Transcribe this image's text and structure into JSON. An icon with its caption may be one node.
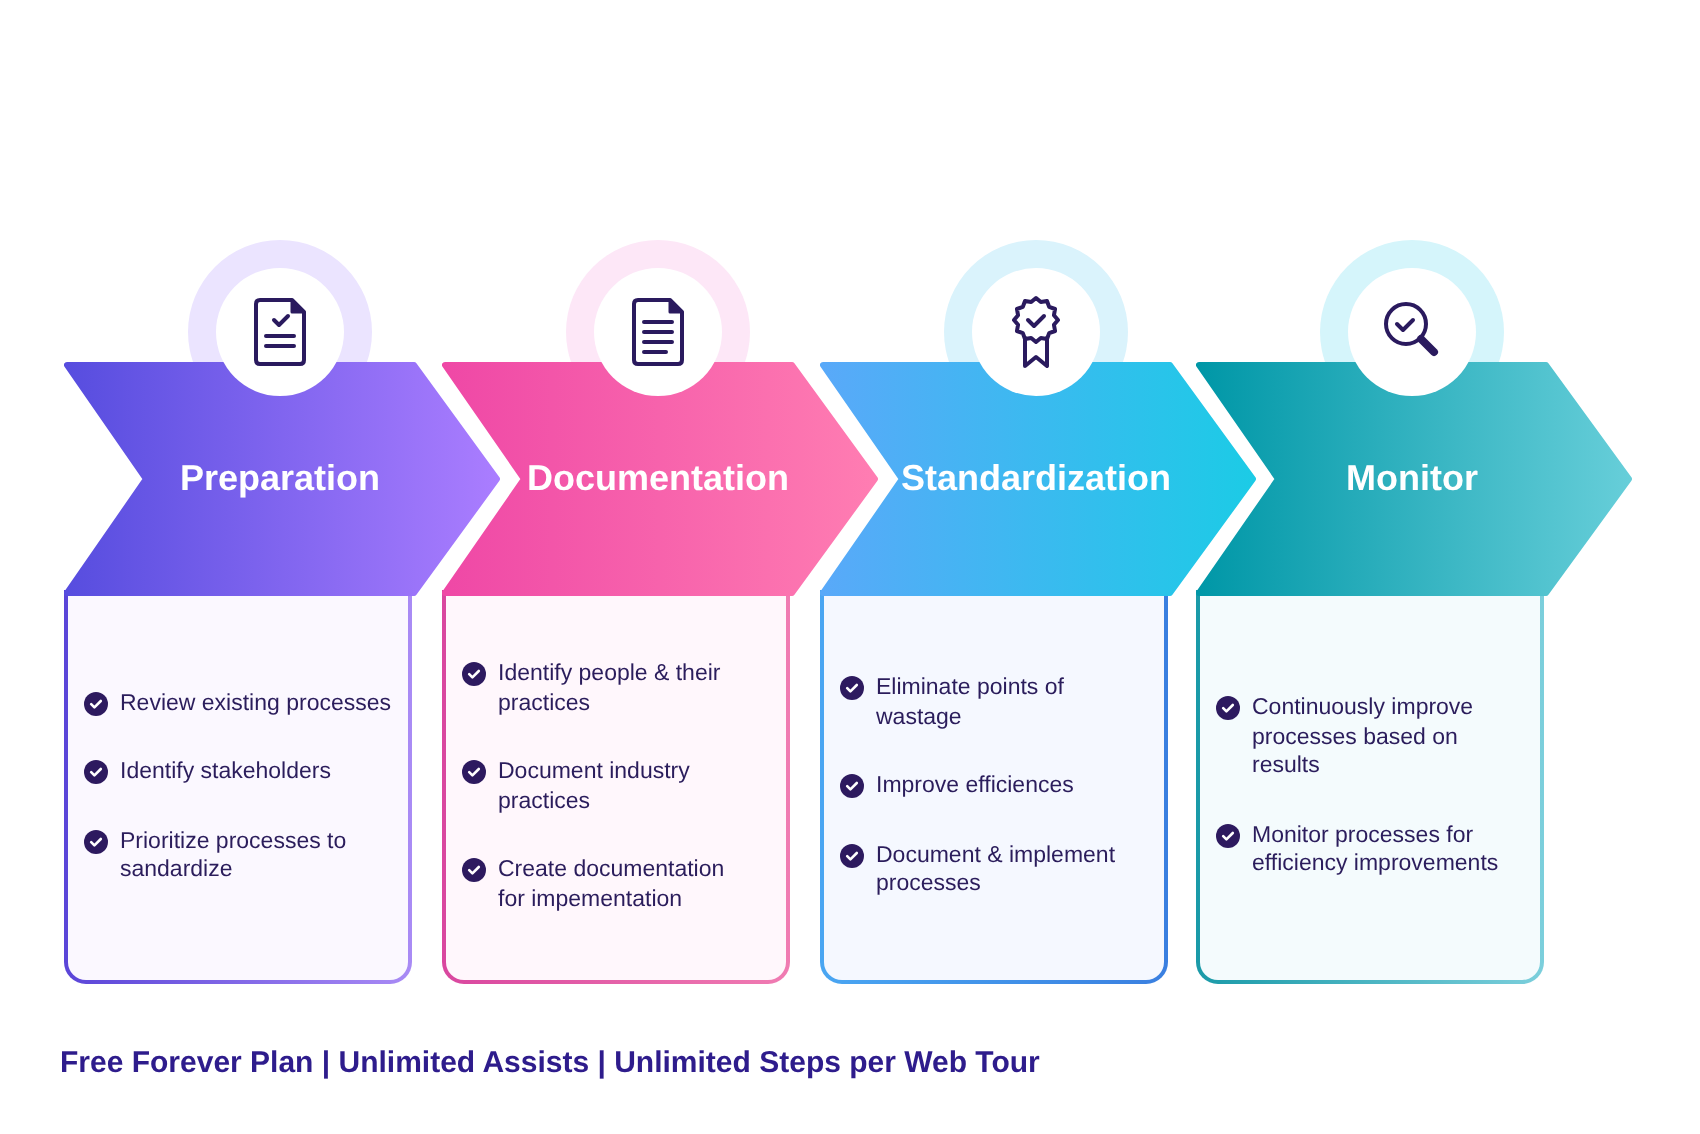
{
  "diagram": {
    "nodes": [
      {
        "text": [
          "Preparation"
        ]
      },
      {
        "text": [
          "Review existing processes",
          "Identify stakeholders",
          "Prioritize processes to sandardize"
        ]
      },
      {
        "text": [
          "Documentation"
        ]
      },
      {
        "text": [
          "Identify people & their practices",
          "Document industry practices",
          "Create documentation for impementation"
        ]
      },
      {
        "text": [
          "Standardization"
        ]
      },
      {
        "text": [
          "Eliminate points of wastage",
          "Improve efficiences",
          "Document & implement processes"
        ]
      },
      {
        "text": [
          "Monitor"
        ]
      },
      {
        "text": [
          "Continuously improve processes based on results",
          "Monitor processes for efficiency improvements"
        ]
      }
    ],
    "labels": [
      "Free Forever Plan | Unlimited Assists | Unlimited Steps per Web Tour"
    ]
  }
}
